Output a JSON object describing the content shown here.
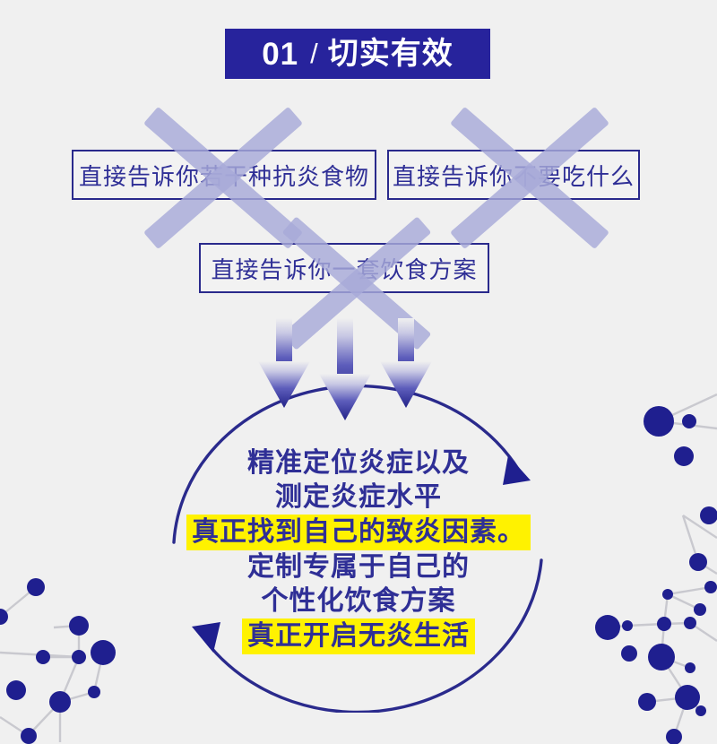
{
  "page": {
    "background_color": "#f0f0f0",
    "accent_navy": "#2a2a8c",
    "accent_highlight": "#fff200",
    "x_mark_color": "#a7a9d8"
  },
  "header": {
    "number": "01",
    "separator": "/",
    "title": "切实有效",
    "background_color": "#27239c",
    "text_color": "#ffffff"
  },
  "rejected_options": [
    {
      "label": "直接告诉你若干种抗炎食物",
      "crossed_out": true
    },
    {
      "label": "直接告诉你不要吃什么",
      "crossed_out": true
    },
    {
      "label": "直接告诉你一套饮食方案",
      "crossed_out": true
    }
  ],
  "flow": {
    "down_arrow_count": 3,
    "cycle_arrow_count": 2,
    "cycle_direction": "clockwise"
  },
  "central_message": {
    "lines": [
      {
        "text": "精准定位炎症以及",
        "highlighted": false
      },
      {
        "text": "测定炎症水平",
        "highlighted": false
      },
      {
        "text": "真正找到自己的致炎因素。",
        "highlighted": true
      },
      {
        "text": "定制专属于自己的",
        "highlighted": false
      },
      {
        "text": "个性化饮食方案",
        "highlighted": false
      },
      {
        "text": "真正开启无炎生活",
        "highlighted": true
      }
    ]
  },
  "decoration": {
    "molecule_nodes_label": "molecular-network-dots",
    "node_color": "#1f1f8f",
    "link_color": "#c9c9cf"
  }
}
